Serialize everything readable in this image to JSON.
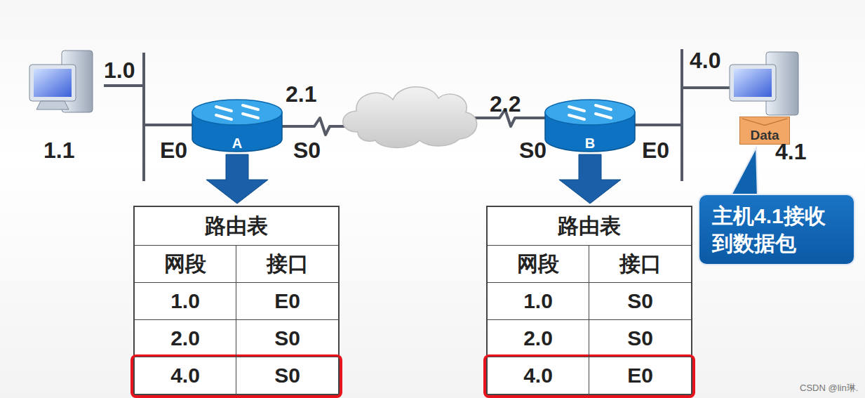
{
  "diagram": {
    "nodes": [
      {
        "text": [
          "A"
        ]
      },
      {
        "text": [
          "B"
        ]
      },
      {
        "text": [
          "路由表",
          "网段",
          "接口",
          "1.0",
          "E0",
          "2.0",
          "S0",
          "4.0",
          "S0"
        ]
      },
      {
        "text": [
          "路由表",
          "网段",
          "接口",
          "1.0",
          "S0",
          "2.0",
          "S0",
          "4.0",
          "E0"
        ]
      },
      {
        "text": [
          "Data"
        ]
      },
      {
        "text": [
          "主机4.1接收到数据包"
        ]
      }
    ],
    "edges": [
      {
        "from": 0,
        "to": 2,
        "arrow": "to"
      },
      {
        "from": 1,
        "to": 3,
        "arrow": "to"
      }
    ],
    "labels": [
      "1.0",
      "1.1",
      "E0",
      "2.1",
      "S0",
      "2.2",
      "S0",
      "E0",
      "4.0",
      "4.1",
      "CSDN @lin琳."
    ]
  }
}
